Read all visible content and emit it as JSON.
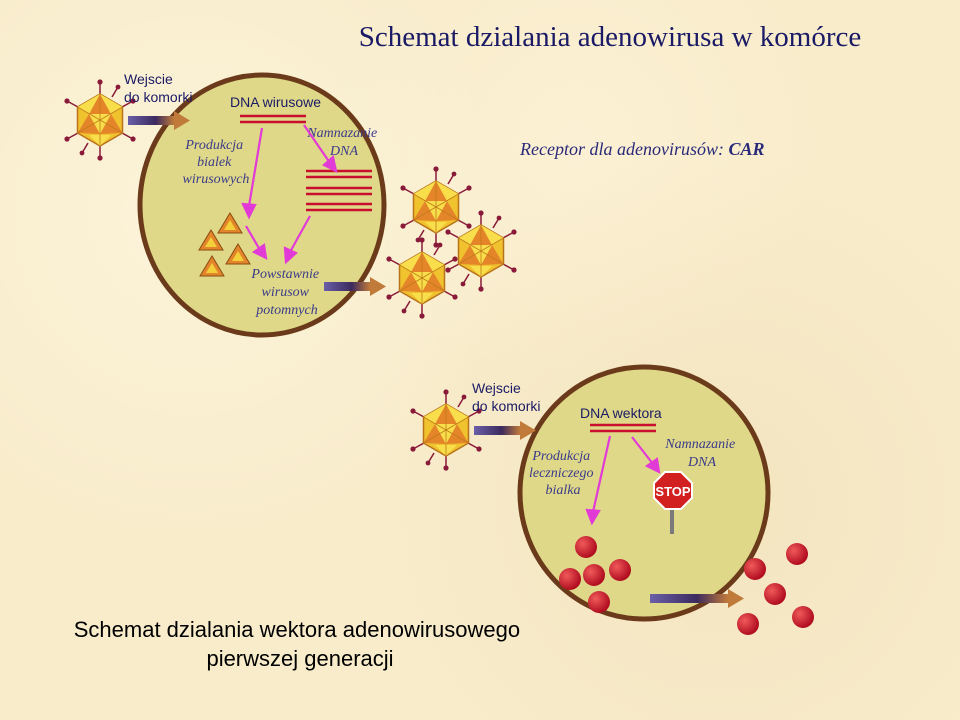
{
  "top": {
    "title": "Schemat dzialania adenowirusa w komórce",
    "entry_line1": "Wejscie",
    "entry_line2": "do komorki",
    "dna_label": "DNA wirusowe",
    "replication_line1": "Namnazanie",
    "replication_line2": "DNA",
    "protein_line1": "Produkcja",
    "protein_line2": "bialek",
    "protein_line3": "wirusowych",
    "assembly_line1": "Powstawnie",
    "assembly_line2": "wirusow",
    "assembly_line3": "potomnych",
    "receptor_text": "Receptor dla adenovirusów: ",
    "receptor_name": "CAR"
  },
  "bottom": {
    "entry_line1": "Wejscie",
    "entry_line2": "do komorki",
    "dna_label": "DNA wektora",
    "replication_line1": "Namnazanie",
    "replication_line2": "DNA",
    "protein_line1": "Produkcja",
    "protein_line2": "leczniczego",
    "protein_line3": "bialka",
    "stop_sign": "STOP",
    "title_line1": "Schemat dzialania wektora adenowirusowego",
    "title_line2": "pierwszej generacji"
  },
  "colors": {
    "cell_fill": "#dfd888",
    "cell_stroke": "#6b3a1a",
    "dna_strand": "#c8102e",
    "arrow_magenta": "#e23ad6",
    "entry_arrow": "#4a2a6a",
    "protein_red": "#d3132b",
    "virus_yellow": "#f3d03a",
    "virus_orange": "#e0862a",
    "receptor_text": "#2a2a7a",
    "stop_red": "#d21f1f"
  }
}
